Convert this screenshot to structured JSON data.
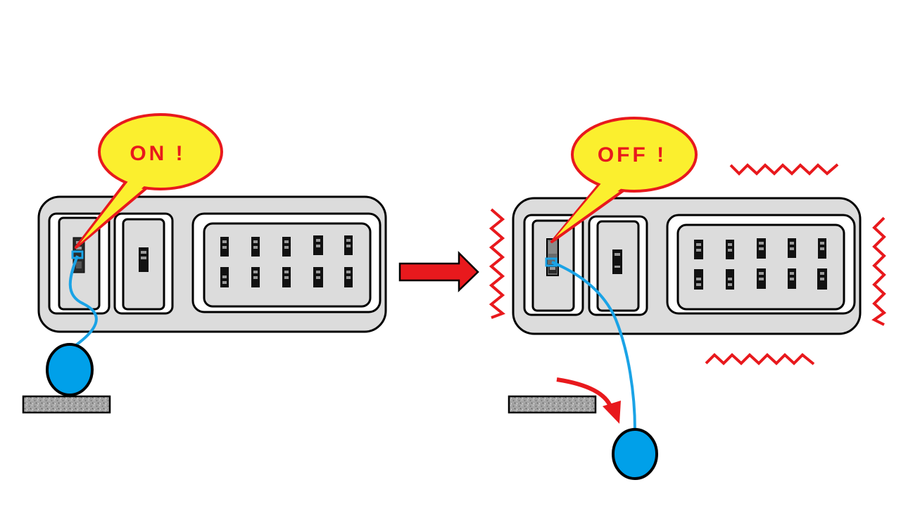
{
  "panels": [
    {
      "state": "on",
      "bubble_label": "ON !"
    },
    {
      "state": "off",
      "bubble_label": "OFF !"
    }
  ],
  "colors": {
    "panel_fill": "#dcdcdc",
    "outline": "#000000",
    "bubble_fill": "#fbef2e",
    "accent_red": "#e8191d",
    "cable_blue": "#1aa3e6",
    "plug_blue": "#00a0e9",
    "floor_gray": "#9a9a9a"
  },
  "icons": {
    "transition_arrow": "right-arrow-icon",
    "fall_arrow": "curved-arrow-icon",
    "vibration": "zigzag-icon"
  }
}
